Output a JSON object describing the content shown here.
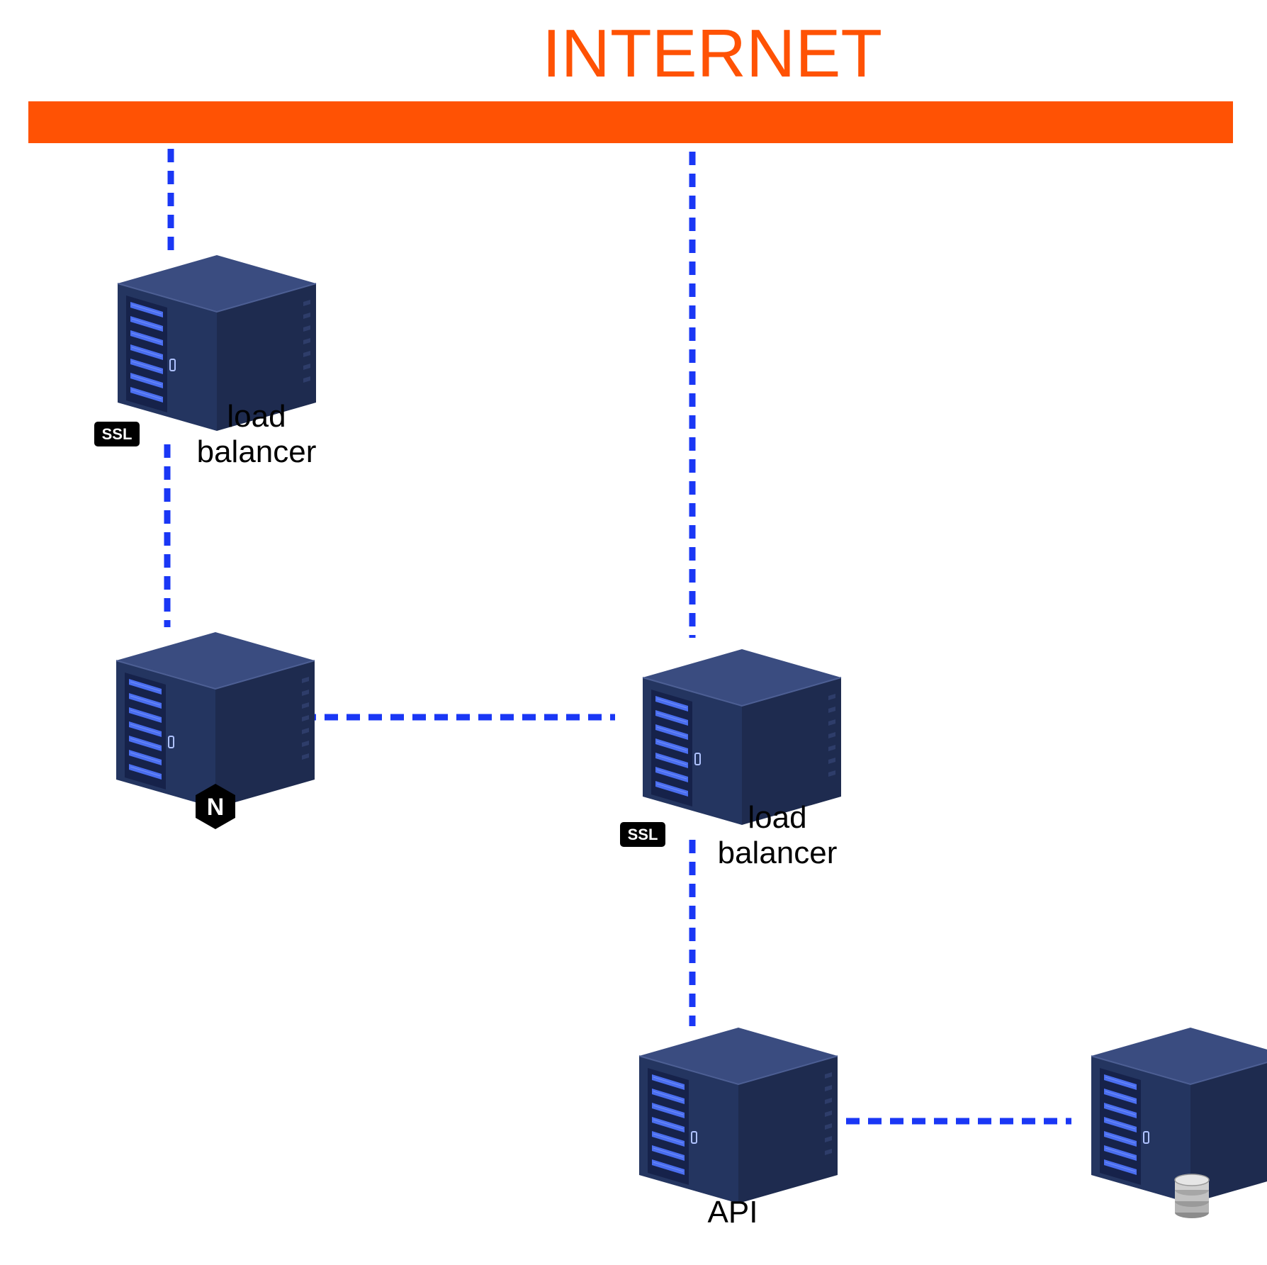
{
  "title": "INTERNET",
  "colors": {
    "internet": "#FF5204",
    "link": "#1A37F5",
    "server_front": "#243560",
    "server_side": "#1E2B4F",
    "server_top": "#3A4C80",
    "server_lights": "#4A6EF0",
    "badge": "#000000"
  },
  "nodes": {
    "load_balancer_1": {
      "label_line1": "load",
      "label_line2": "balancer",
      "badge": "SSL",
      "icon": "server-rack-icon"
    },
    "nginx_server": {
      "badge_icon": "nginx-logo-icon",
      "badge_letter": "N",
      "icon": "server-rack-icon"
    },
    "load_balancer_2": {
      "label_line1": "load",
      "label_line2": "balancer",
      "badge": "SSL",
      "icon": "server-rack-icon"
    },
    "api_server": {
      "label": "API",
      "icon": "server-rack-icon"
    },
    "database_server": {
      "badge_icon": "database-icon",
      "icon": "server-rack-icon"
    }
  }
}
